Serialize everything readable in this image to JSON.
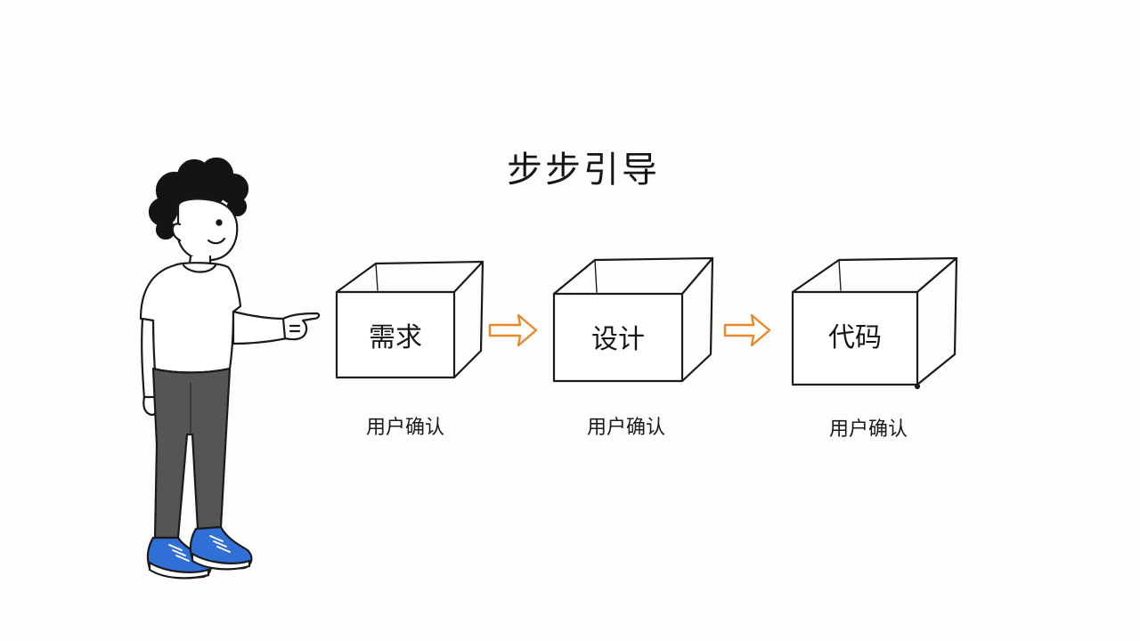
{
  "title": "步步引导",
  "steps": [
    {
      "label": "需求",
      "caption": "用户确认"
    },
    {
      "label": "设计",
      "caption": "用户确认"
    },
    {
      "label": "代码",
      "caption": "用户确认"
    }
  ],
  "colors": {
    "ink": "#1a1a1a",
    "arrow": "#e8892b",
    "shoe": "#2f6fd6",
    "pants": "#555555",
    "skin": "#ffffff"
  },
  "icons": [
    "pointing-person-illustration",
    "right-arrow-icon",
    "open-box-icon"
  ]
}
